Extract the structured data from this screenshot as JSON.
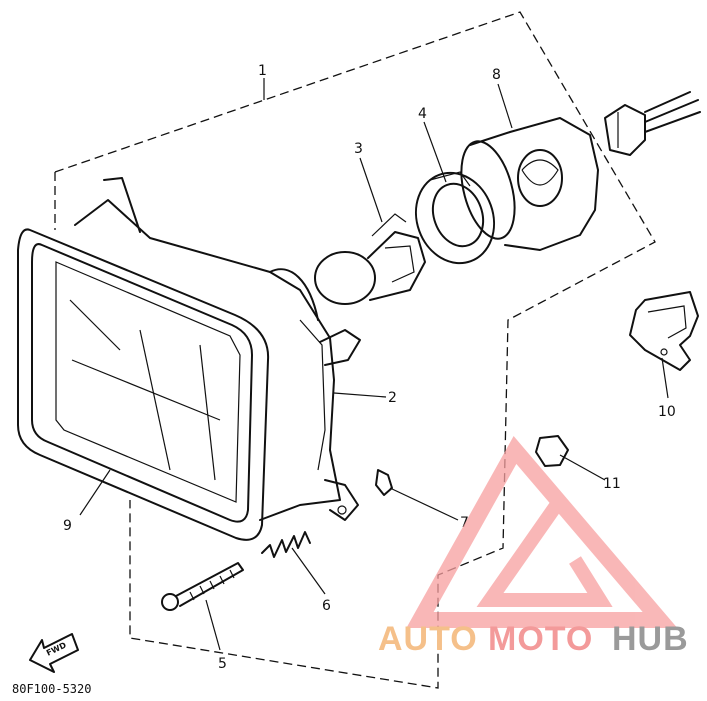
{
  "diagram": {
    "part_labels": [
      {
        "id": "1",
        "text": "1"
      },
      {
        "id": "2",
        "text": "2"
      },
      {
        "id": "3",
        "text": "3"
      },
      {
        "id": "4",
        "text": "4"
      },
      {
        "id": "5",
        "text": "5"
      },
      {
        "id": "6",
        "text": "6"
      },
      {
        "id": "7",
        "text": "7"
      },
      {
        "id": "8",
        "text": "8"
      },
      {
        "id": "9",
        "text": "9"
      },
      {
        "id": "10",
        "text": "10"
      },
      {
        "id": "11",
        "text": "11"
      }
    ],
    "fwd_label": "FWD",
    "drawing_code": "80F100-5320"
  },
  "watermark": {
    "word_auto": "AUTO",
    "word_moto": "MOTO",
    "word_hub": "HUB",
    "colors": {
      "auto": "#f5c08a",
      "moto": "#f39a9a",
      "hub": "#9a9a9a",
      "logo": "#f7a0a0"
    }
  }
}
